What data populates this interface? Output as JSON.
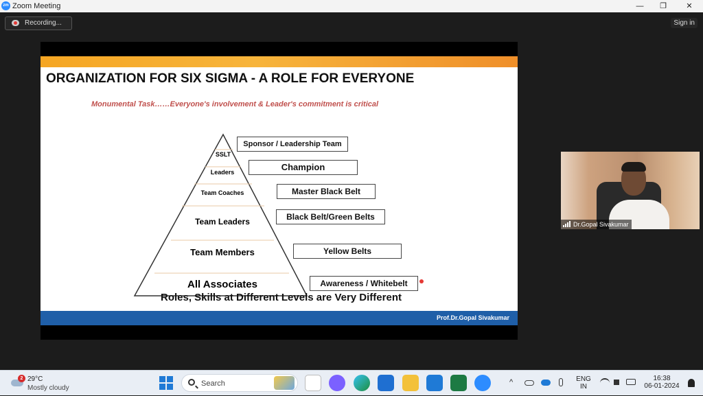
{
  "window": {
    "app_icon": "zoom-logo",
    "app_icon_text": "zm",
    "title": "Zoom Meeting",
    "controls": {
      "minimize": "—",
      "restore": "❐",
      "close": "✕"
    }
  },
  "toolbar": {
    "recording_label": "Recording...",
    "sign_in_label": "Sign in"
  },
  "slide": {
    "title": "ORGANIZATION FOR SIX SIGMA - A ROLE FOR EVERYONE",
    "subtitle": "Monumental Task……Everyone's involvement & Leader's commitment is critical",
    "levels": [
      "SSLT",
      "Leaders",
      "Team Coaches",
      "Team Leaders",
      "Team Members",
      "All Associates"
    ],
    "roles": [
      "Sponsor / Leadership Team",
      "Champion",
      "Master Black Belt",
      "Black Belt/Green Belts",
      "Yellow Belts",
      "Awareness / Whitebelt"
    ],
    "footer_text": "Roles, Skills at Different Levels are Very Different",
    "presenter_credit": "Prof.Dr.Gopal Sivakumar",
    "colors": {
      "top_bar": "#f5a623",
      "bottom_bar": "#1f5fa8",
      "subtitle": "#c0504d"
    }
  },
  "participant": {
    "name": "Dr.Gopal Sivakumar"
  },
  "taskbar": {
    "weather": {
      "badge": "2",
      "temperature": "29°C",
      "condition": "Mostly cloudy"
    },
    "search_label": "Search",
    "apps": [
      "task-view-icon",
      "chat-icon",
      "edge-icon",
      "store-icon",
      "file-explorer-icon",
      "mail-icon",
      "excel-icon",
      "zoom-icon"
    ],
    "tray": {
      "chevron": "^",
      "language": "ENG",
      "region": "IN",
      "time": "16:38",
      "date": "06-01-2024"
    }
  }
}
